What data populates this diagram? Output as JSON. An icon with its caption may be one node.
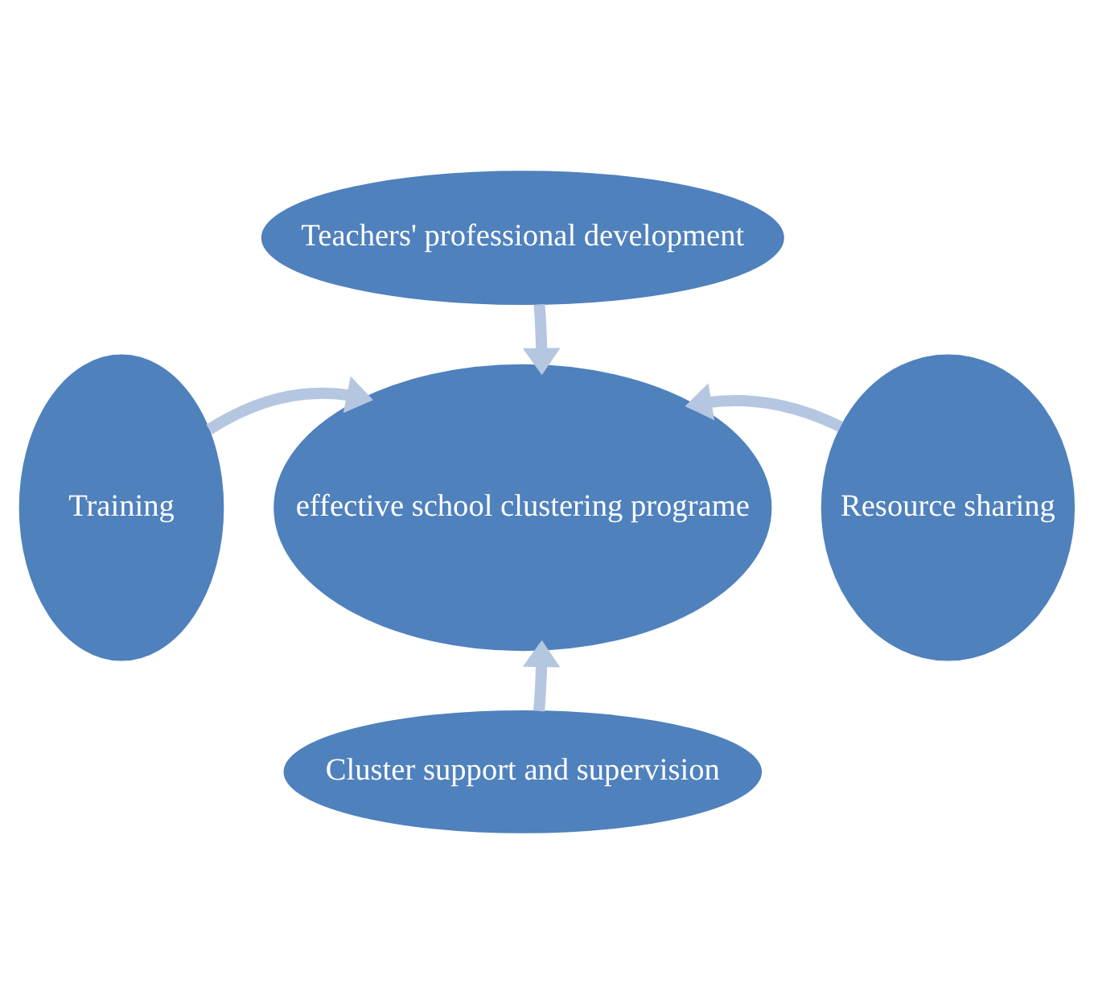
{
  "diagram": {
    "nodes": [
      {
        "text": [
          "Teachers' professional development"
        ]
      },
      {
        "text": [
          "Training"
        ]
      },
      {
        "text": [
          "effective school clustering programe"
        ]
      },
      {
        "text": [
          "Resource sharing"
        ]
      },
      {
        "text": [
          "Cluster support and supervision"
        ]
      }
    ],
    "edges": [
      {
        "from": 0,
        "to": 2,
        "arrow": "to"
      },
      {
        "from": 1,
        "to": 2,
        "arrow": "to"
      },
      {
        "from": 3,
        "to": 2,
        "arrow": "to"
      },
      {
        "from": 4,
        "to": 2,
        "arrow": "to"
      }
    ]
  }
}
